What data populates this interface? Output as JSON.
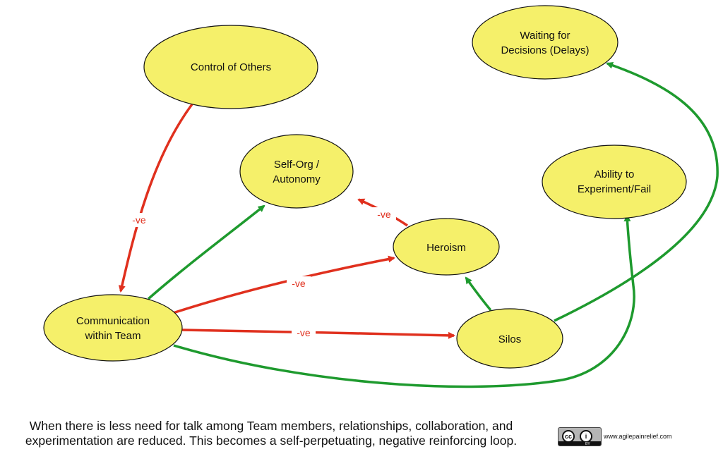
{
  "nodes": {
    "control": {
      "lines": [
        "Control of Others"
      ]
    },
    "waiting": {
      "lines": [
        "Waiting for",
        "Decisions (Delays)"
      ]
    },
    "selforg": {
      "lines": [
        "Self-Org /",
        "Autonomy"
      ]
    },
    "ability": {
      "lines": [
        "Ability to",
        "Experiment/Fail"
      ]
    },
    "heroism": {
      "lines": [
        "Heroism"
      ]
    },
    "communication": {
      "lines": [
        "Communication",
        "within Team"
      ]
    },
    "silos": {
      "lines": [
        "Silos"
      ]
    }
  },
  "edges": {
    "control_comm": {
      "label": "-ve",
      "color": "#e0301e"
    },
    "heroism_selforg": {
      "label": "-ve",
      "color": "#e0301e"
    },
    "comm_heroism": {
      "label": "-ve",
      "color": "#e0301e"
    },
    "comm_silos": {
      "label": "-ve",
      "color": "#e0301e"
    },
    "comm_selforg": {
      "label": "",
      "color": "#1e9a2e"
    },
    "silos_heroism": {
      "label": "",
      "color": "#1e9a2e"
    },
    "silos_waiting": {
      "label": "",
      "color": "#1e9a2e"
    },
    "comm_ability": {
      "label": "",
      "color": "#1e9a2e"
    }
  },
  "colors": {
    "node_fill": "#f5f06a",
    "node_stroke": "#111111",
    "negative": "#e0301e",
    "positive": "#1e9a2e"
  },
  "caption": {
    "line1": "When there is less need for talk among Team members, relationships, collaboration, and",
    "line2": "experimentation are reduced. This becomes a self-perpetuating, negative reinforcing loop."
  },
  "license": {
    "badge_text": "BY",
    "icon": "creative-commons-by-icon"
  },
  "site": {
    "url": "www.agilepainrelief.com"
  }
}
